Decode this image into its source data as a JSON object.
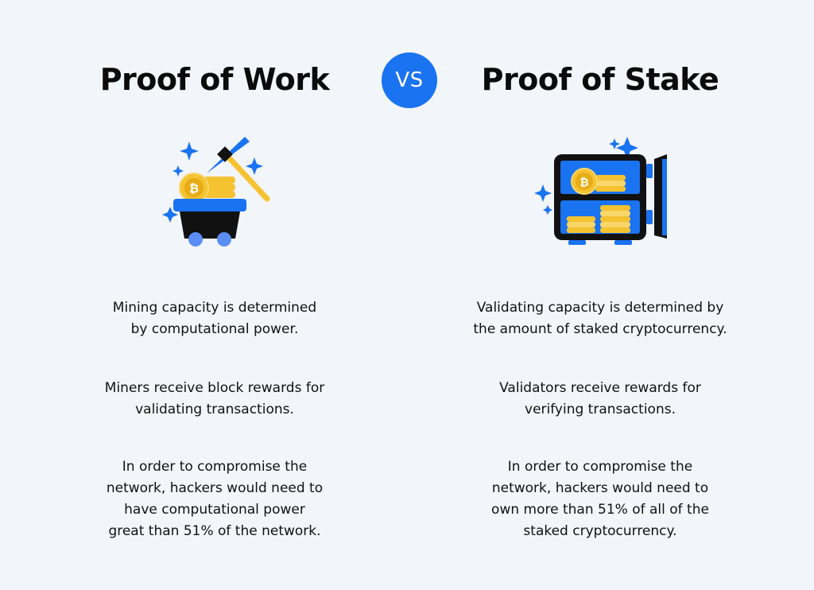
{
  "colors": {
    "background": "#f2f5f9",
    "accent_blue": "#1a73f0",
    "coin_gold": "#f5c231",
    "dark": "#111111"
  },
  "vs_label": "VS",
  "left": {
    "title": "Proof of Work",
    "icon": "mining-cart-with-pickaxe-icon",
    "points": [
      "Mining capacity is determined\nby computational power.",
      "Miners receive block rewards for\nvalidating transactions.",
      "In order to compromise the\nnetwork, hackers would need to\nhave computational power\ngreat than 51% of the network."
    ]
  },
  "right": {
    "title": "Proof of Stake",
    "icon": "vault-with-coins-icon",
    "points": [
      "Validating capacity is determined by\nthe amount of staked cryptocurrency.",
      "Validators receive rewards for\nverifying transactions.",
      "In order to compromise the\nnetwork, hackers would need to\nown more than 51% of all of the\nstaked cryptocurrency."
    ]
  }
}
